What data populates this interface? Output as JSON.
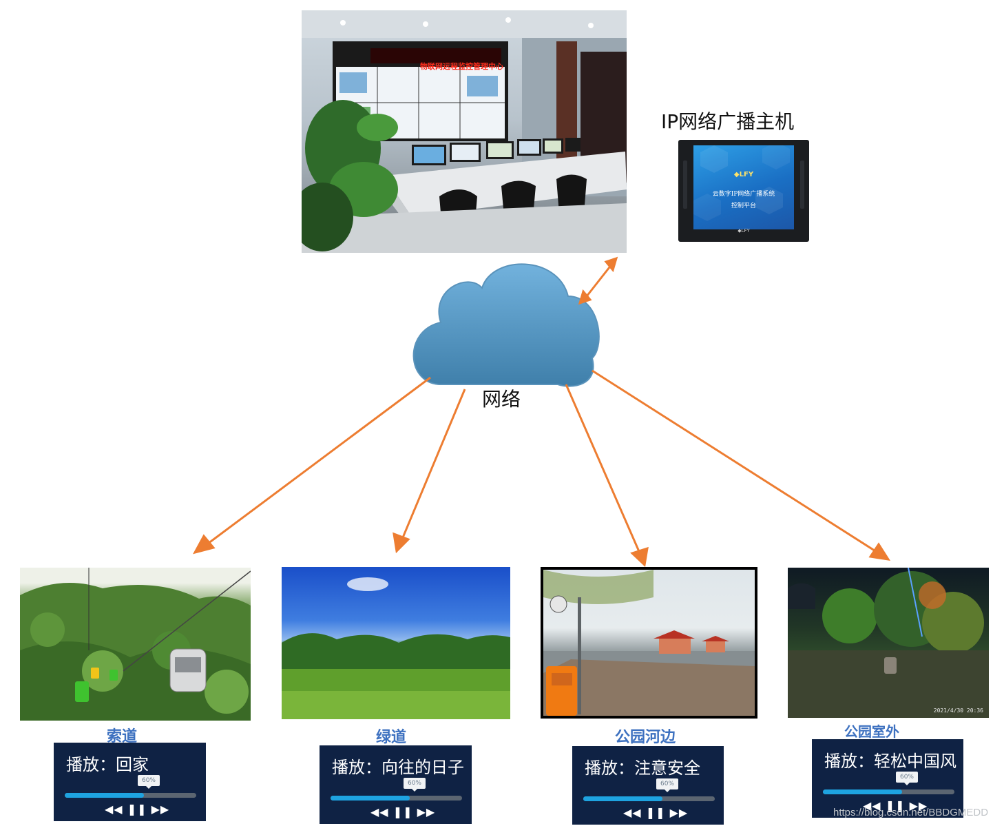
{
  "host": {
    "title": "IP网络广播主机",
    "screen_logo": "◆LFY",
    "screen_line1": "云数字IP网络广播系统",
    "screen_line2": "控制平台",
    "bottom_text": "◆LFY"
  },
  "control_room": {
    "banner_text": "物联网远程监控管理中心"
  },
  "network": {
    "label": "网络"
  },
  "scenes": [
    {
      "label": "索道",
      "player_text": "播放：回家",
      "progress_label": "60%",
      "progress": 0.6,
      "controls": "◀◀ ❚❚ ▶▶"
    },
    {
      "label": "绿道",
      "player_text": "播放：向往的日子",
      "progress_label": "60%",
      "progress": 0.6,
      "controls": "◀◀ ❚❚ ▶▶"
    },
    {
      "label": "公园河边",
      "player_text": "播放：注意安全",
      "progress_label": "60%",
      "progress": 0.6,
      "controls": "◀◀ ❚❚ ▶▶"
    },
    {
      "label": "公园室外",
      "player_text": "播放：轻松中国风",
      "progress_label": "60%",
      "progress": 0.6,
      "controls": "◀◀ ❚❚ ▶▶",
      "timestamp": "2021/4/30 20:36"
    }
  ],
  "watermark": "https://blog.csdn.net/BBDGMEDD",
  "colors": {
    "arrow": "#ed7d31",
    "cloud": "#4f93c2",
    "scene_label": "#3d71c0",
    "player_bg": "#0f2244",
    "progress_fill": "#1ea3e0"
  }
}
